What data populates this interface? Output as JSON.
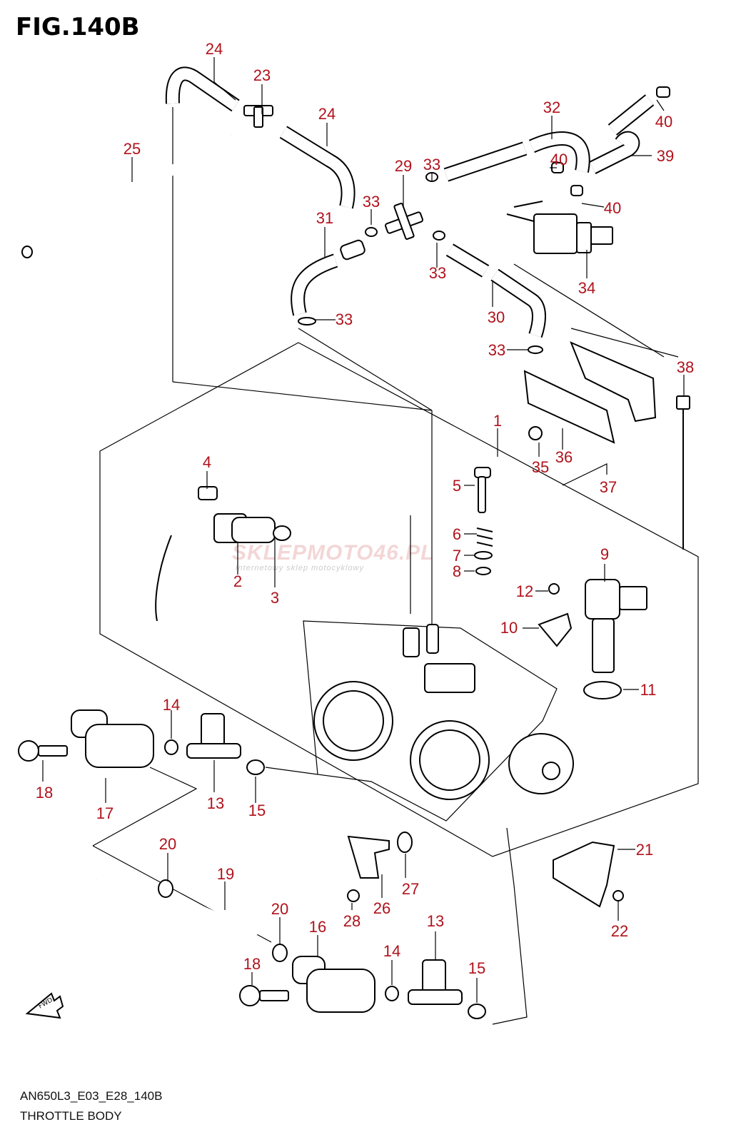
{
  "figure": {
    "title": "FIG.140B",
    "code": "AN650L3_E03_E28_140B",
    "name": "THROTTLE BODY"
  },
  "watermark": {
    "text": "SKLEPMOTO46.PL",
    "subtext": "internetowy sklep motocyklowy"
  },
  "icons": {
    "fwd": "fwd-arrow-icon",
    "fwd_label": "FWD"
  },
  "colors": {
    "callout": "#b0121b",
    "line": "#000000"
  },
  "callouts": [
    "1",
    "2",
    "3",
    "4",
    "5",
    "6",
    "7",
    "8",
    "9",
    "10",
    "11",
    "12",
    "13",
    "13",
    "14",
    "14",
    "15",
    "15",
    "16",
    "17",
    "18",
    "18",
    "19",
    "20",
    "20",
    "21",
    "22",
    "23",
    "24",
    "24",
    "25",
    "26",
    "27",
    "28",
    "29",
    "30",
    "31",
    "32",
    "33",
    "33",
    "33",
    "33",
    "33",
    "34",
    "35",
    "36",
    "37",
    "38",
    "39",
    "40",
    "40",
    "40"
  ]
}
